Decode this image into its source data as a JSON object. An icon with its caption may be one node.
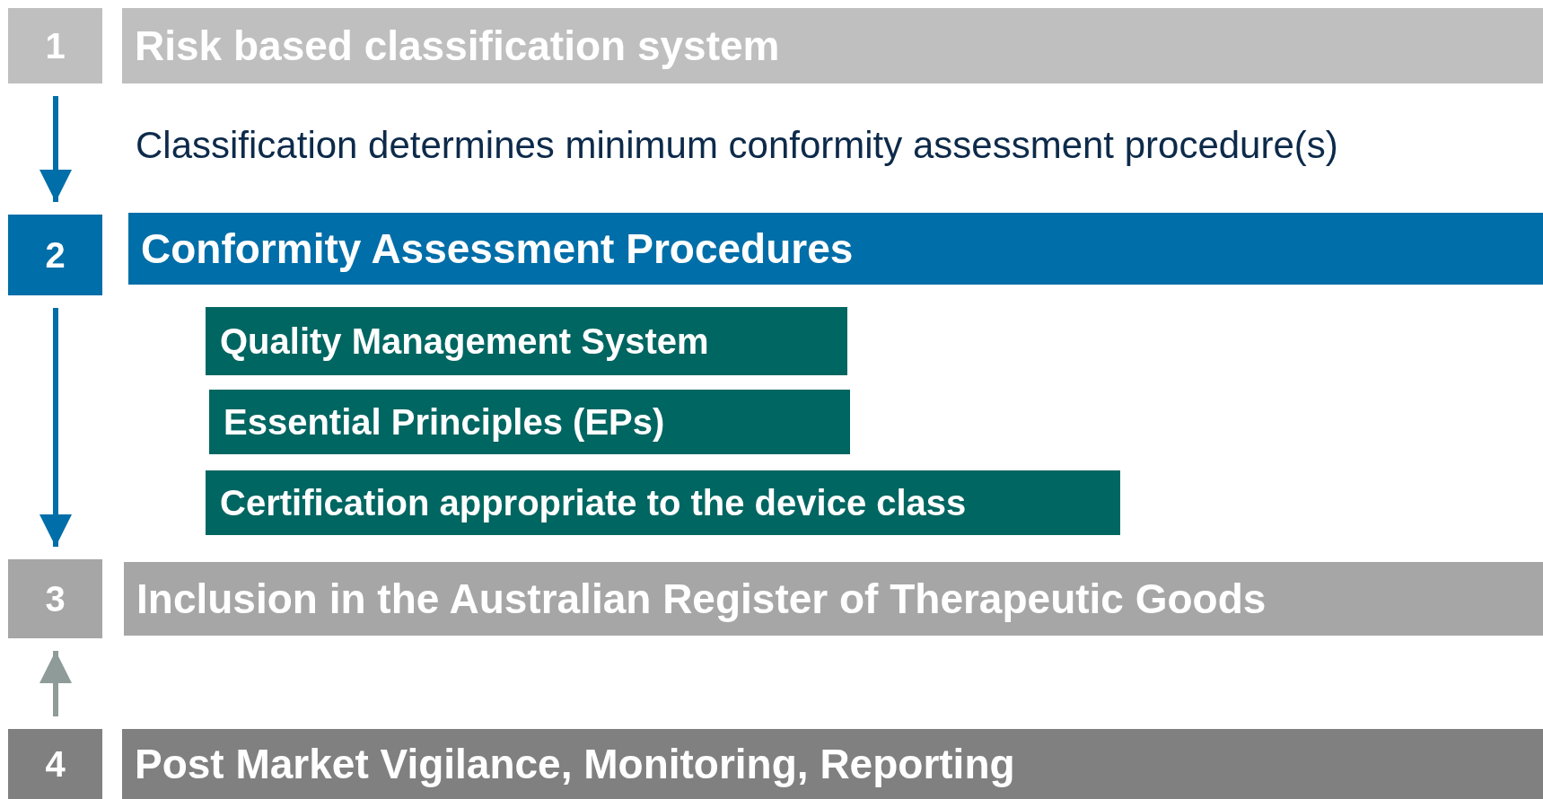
{
  "diagram": {
    "nodes": [
      {
        "text": [
          "1"
        ]
      },
      {
        "text": [
          "Risk based classification system"
        ]
      },
      {
        "text": [
          "2"
        ]
      },
      {
        "text": [
          "Conformity Assessment Procedures"
        ]
      },
      {
        "text": [
          "Quality Management System"
        ]
      },
      {
        "text": [
          "Essential Principles (EPs)"
        ]
      },
      {
        "text": [
          "Certification appropriate to the device class"
        ]
      },
      {
        "text": [
          "3"
        ]
      },
      {
        "text": [
          "Inclusion in the Australian Register of Therapeutic Goods"
        ]
      },
      {
        "text": [
          "4"
        ]
      },
      {
        "text": [
          "Post Market Vigilance, Monitoring, Reporting"
        ]
      }
    ],
    "edges": [
      {
        "from": 0,
        "to": 2,
        "arrow": "to"
      },
      {
        "from": 2,
        "to": 7,
        "arrow": "to"
      },
      {
        "from": 9,
        "to": 7,
        "arrow": "to",
        "color": "#8e9b99"
      }
    ],
    "labels": [
      "Classification determines minimum conformity assessment procedure(s)"
    ]
  }
}
